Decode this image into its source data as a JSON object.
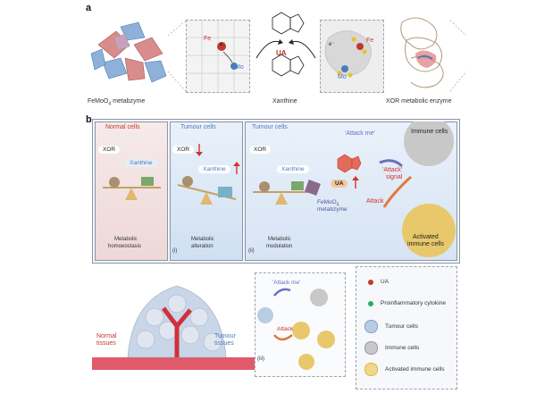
{
  "panel_a": {
    "letter": "a",
    "metabzyme_label_pre": "FeMoO",
    "metabzyme_label_sub": "4",
    "metabzyme_label_post": " metabzyme",
    "xanthine_label": "Xanthine",
    "enzyme_label": "XOR metabolic enzyme",
    "fe_label": "Fe",
    "mo_label": "Mo",
    "ua_label": "UA",
    "electron_label": "e⁻",
    "fe_label_right": "Fe",
    "mo_label_right": "Mo",
    "electron_label_right": "e⁻"
  },
  "panel_b": {
    "letter": "b",
    "normal_cells_title": "Normal cells",
    "normal_xor": "XOR",
    "normal_xanthine": "Xanthine",
    "normal_caption_1": "Metabolic",
    "normal_caption_2": "homoeostasis",
    "tumour_cells_title_1": "Tumour cells",
    "tumour_xor_1": "XOR",
    "tumour_xanthine_1": "Xanthine",
    "tumour_caption_1a": "Metabolic",
    "tumour_caption_1b": "alteration",
    "roman_i": "(i)",
    "tumour_cells_title_2": "Tumour cells",
    "tumour_xor_2": "XOR",
    "tumour_xanthine_2": "Xanthine",
    "tumour_caption_2a": "Metabolic",
    "tumour_caption_2b": "modulation",
    "roman_ii": "(ii)",
    "ua_label": "UA",
    "metabzyme_label_pre": "FeMoO",
    "metabzyme_label_sub": "4",
    "metabzyme_label_2": "metabzyme",
    "attack_me_top": "'Attack me'",
    "immune_cells_label": "Immune cells",
    "attack_signal_1": "'Attack'",
    "attack_signal_2": "signal",
    "attack_top": "Attack",
    "activated_1": "Activated",
    "activated_2": "immune cells",
    "normal_tissues_1": "Normal",
    "normal_tissues_2": "tissues",
    "tumour_tissues_1": "Tumour",
    "tumour_tissues_2": "tissues",
    "attack_me_bottom": "'Attack me'",
    "attack_bottom": "Attack",
    "roman_iii": "(iii)"
  },
  "legend": [
    {
      "label": "UA",
      "icon": "ua-dot-icon",
      "color": "#c0392b"
    },
    {
      "label": "Proinflammatory cytokine",
      "icon": "cytokine-dot-icon",
      "color": "#27ae60"
    },
    {
      "label": "Tumour cells",
      "icon": "tumour-cell-icon",
      "color": "#7fa3cc"
    },
    {
      "label": "Immune cells",
      "icon": "immune-cell-icon",
      "color": "#9a9a9a"
    },
    {
      "label": "Activated immune cells",
      "icon": "activated-cell-icon",
      "color": "#e0b64a"
    }
  ],
  "colors": {
    "red_accent": "#d0342c",
    "blue_accent": "#4a7bbd",
    "arrow_orange": "#e07a3a",
    "arrow_purple": "#6a6fc0"
  }
}
